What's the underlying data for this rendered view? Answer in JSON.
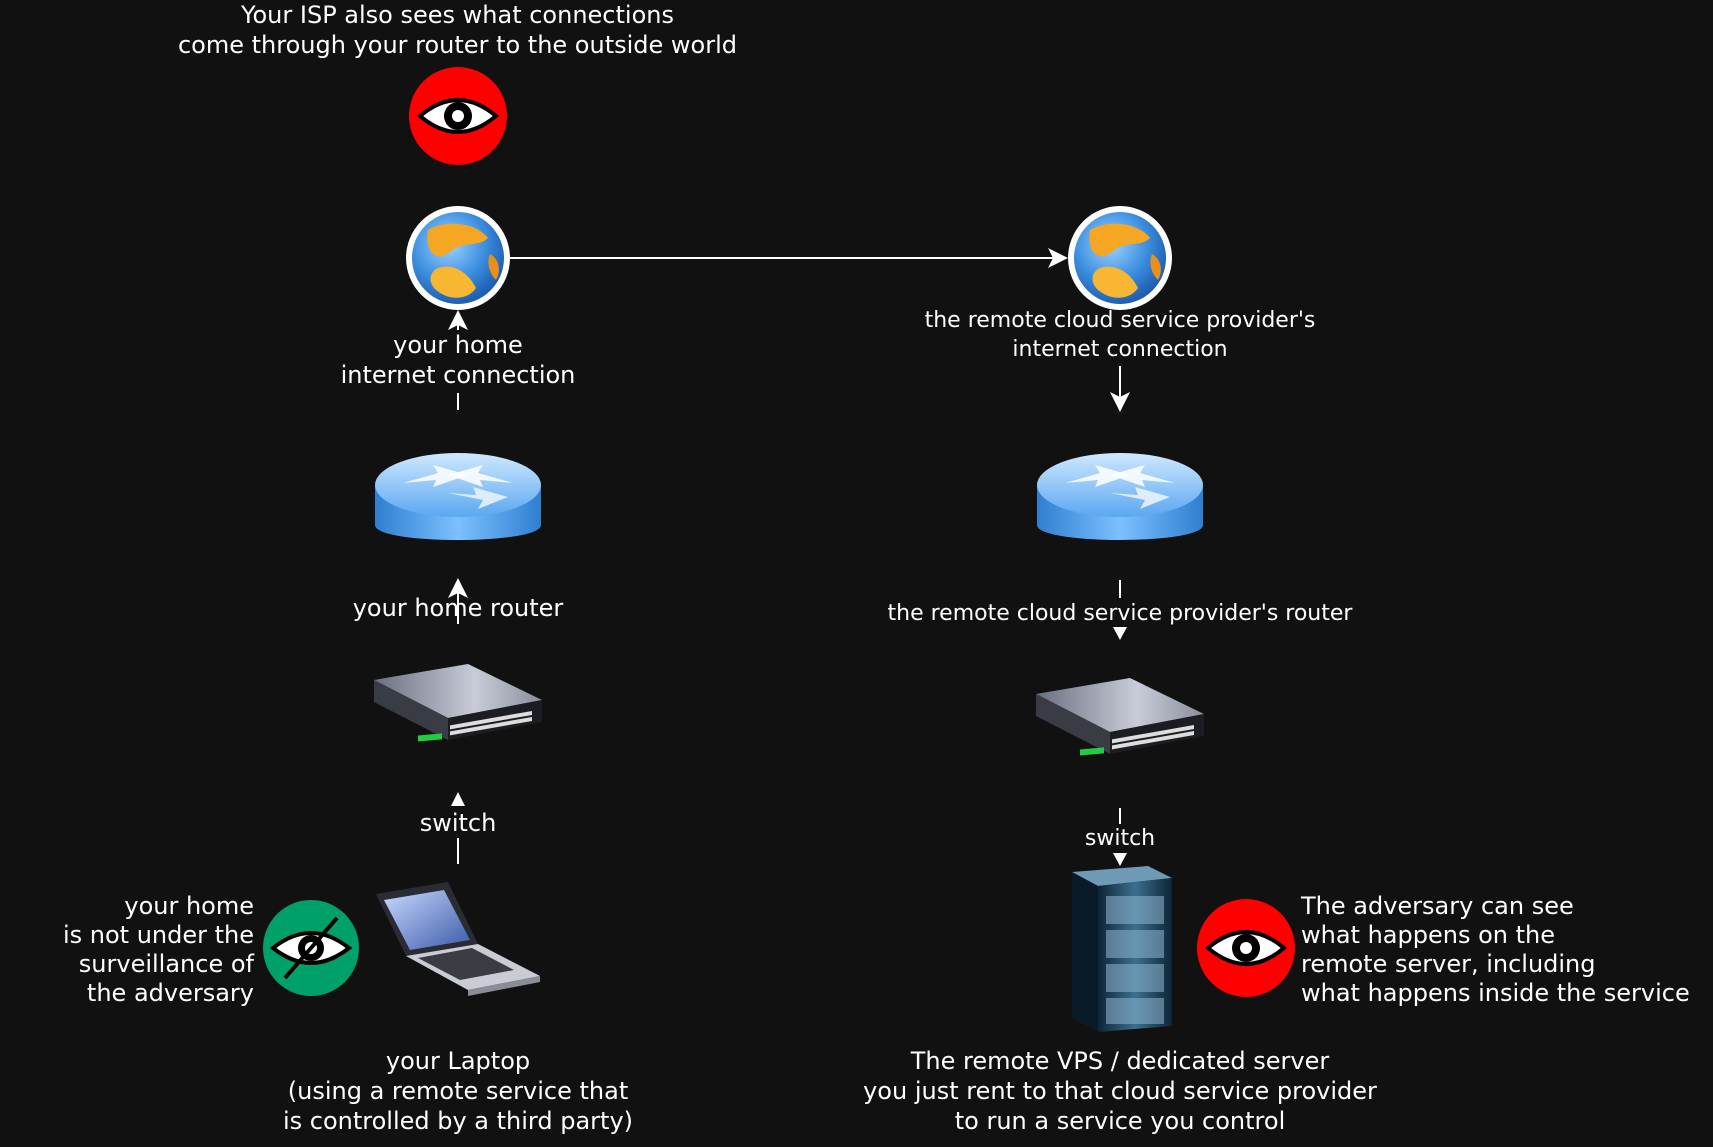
{
  "colors": {
    "background": "#111111",
    "text": "#ffffff",
    "surveillance_eye": "#ff0000",
    "private_eye": "#00a06a"
  },
  "labels": {
    "isp_note": "Your ISP also sees what connections\ncome through your router to the outside world",
    "home_internet": "your home\ninternet connection",
    "remote_internet": "the remote cloud service provider's\ninternet connection",
    "home_router": "your home router",
    "remote_router": "the remote cloud service provider's router",
    "home_switch": "switch",
    "remote_switch": "switch",
    "home_not_surveilled": "your home\nis not under the\nsurveillance of\nthe adversary",
    "adversary_note": "The adversary can see\nwhat happens on the\nremote server, including\nwhat happens inside the service",
    "laptop": "your Laptop\n(using a remote service that\nis controlled by a third party)",
    "remote_server": "The remote VPS / dedicated server\nyou just rent to that cloud service provider\nto run a service you control"
  },
  "icons": {
    "isp_eye": "eye-icon",
    "home_globe": "globe-icon",
    "remote_globe": "globe-icon",
    "home_router": "router-icon",
    "remote_router": "router-icon",
    "home_switch": "switch-icon",
    "remote_switch": "switch-icon",
    "laptop": "laptop-icon",
    "server": "server-rack-icon",
    "private_eye": "eye-crossed-icon",
    "adversary_eye": "eye-icon"
  }
}
